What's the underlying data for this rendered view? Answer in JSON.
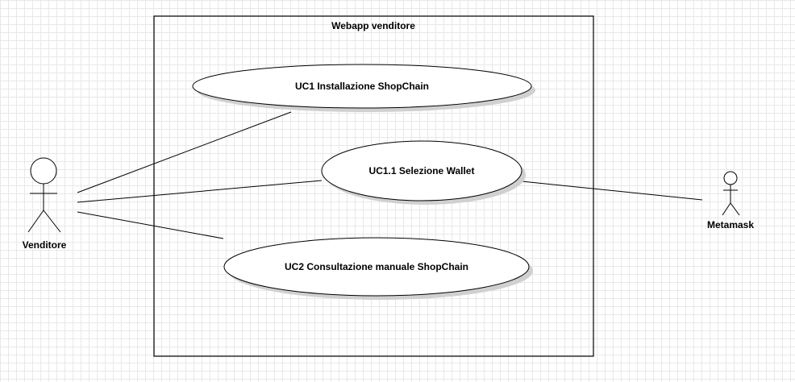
{
  "diagram": {
    "system_boundary": {
      "title": "Webapp venditore"
    },
    "use_cases": [
      {
        "id": "UC1",
        "label": "UC1 Installazione ShopChain"
      },
      {
        "id": "UC1.1",
        "label": "UC1.1 Selezione Wallet"
      },
      {
        "id": "UC2",
        "label": "UC2 Consultazione manuale ShopChain"
      }
    ],
    "actors": [
      {
        "id": "venditore",
        "label": "Venditore"
      },
      {
        "id": "metamask",
        "label": "Metamask"
      }
    ],
    "associations": [
      {
        "from": "venditore",
        "to": "UC1"
      },
      {
        "from": "venditore",
        "to": "UC1.1"
      },
      {
        "from": "venditore",
        "to": "UC2"
      },
      {
        "from": "metamask",
        "to": "UC1.1"
      }
    ],
    "colors": {
      "stroke": "#000000",
      "shadow": "#d0d0d0",
      "grid": "#e8e8e8"
    }
  }
}
